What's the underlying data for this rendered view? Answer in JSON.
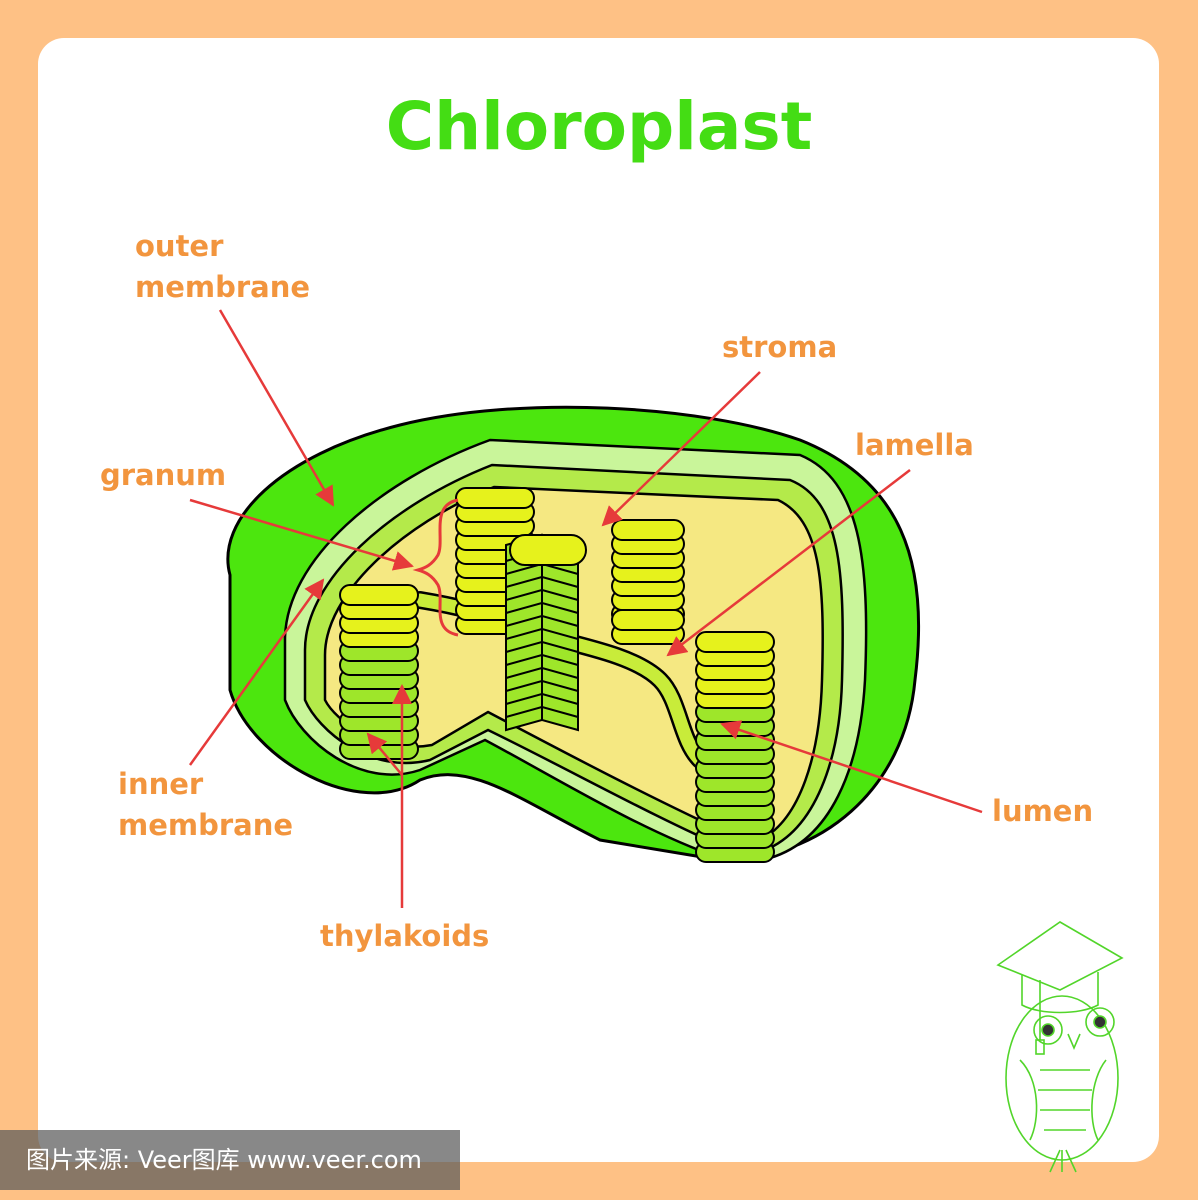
{
  "title": "Chloroplast",
  "labels": {
    "outer_membrane": [
      "outer",
      "membrane"
    ],
    "stroma": "stroma",
    "lamella": "lamella",
    "granum": "granum",
    "inner_membrane": [
      "inner",
      "membrane"
    ],
    "lumen": "lumen",
    "thylakoids": "thylakoids"
  },
  "watermark": "图片来源: Veer图库 www.veer.com",
  "colors": {
    "background": "#fec185",
    "title": "#44dd14",
    "label": "#f2953e",
    "arrow": "#e63a3a",
    "outer_green": "#4ce60e",
    "light_band": "#c9f59a",
    "stroma": "#f5e882",
    "stack_yellow": "#e6f21c",
    "stack_green": "#9ee62a"
  }
}
